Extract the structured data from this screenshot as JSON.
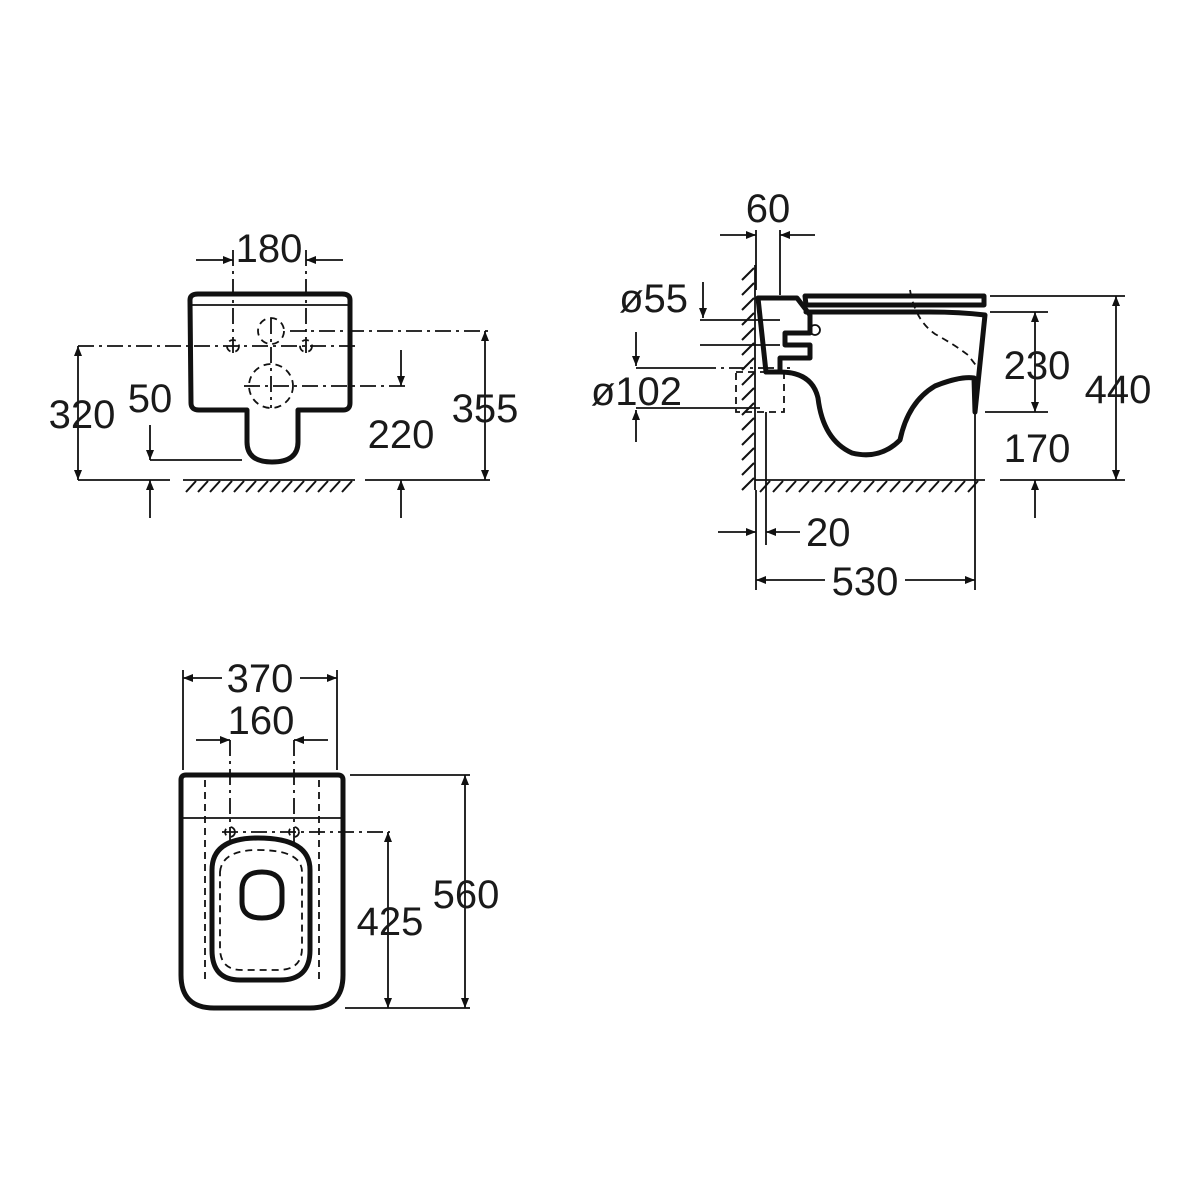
{
  "front_view": {
    "dim_width_fixings": "180",
    "dim_height_fixings": "320",
    "dim_floor_clearance": "50",
    "dim_outlet_height": "220",
    "dim_total_height": "355"
  },
  "side_view": {
    "dim_wall_offset": "60",
    "dim_inlet_diameter": "ø55",
    "dim_outlet_diameter": "ø102",
    "dim_outlet_centre_height": "230",
    "dim_total_height": "440",
    "dim_outlet_floor_height": "170",
    "dim_wall_gap": "20",
    "dim_projection": "530"
  },
  "top_view": {
    "dim_overall_width": "370",
    "dim_fixing_spacing": "160",
    "dim_fixing_to_front": "425",
    "dim_overall_length": "560"
  }
}
